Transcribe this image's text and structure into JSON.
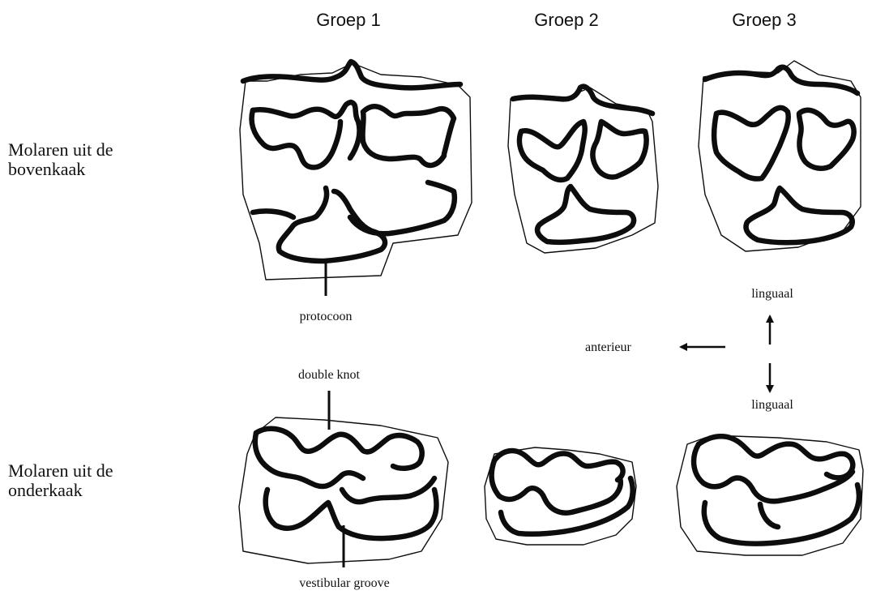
{
  "columns": [
    "Groep 1",
    "Groep 2",
    "Groep 3"
  ],
  "rows": {
    "upper": [
      "Molaren uit de",
      "bovenkaak"
    ],
    "lower": [
      "Molaren uit de",
      "onderkaak"
    ]
  },
  "annotations": {
    "protocoon": "protocoon",
    "double_knot": "double knot",
    "vestibular_groove": "vestibular groove"
  },
  "orientation": {
    "top": "linguaal",
    "bottom": "linguaal",
    "left": "anterieur"
  }
}
